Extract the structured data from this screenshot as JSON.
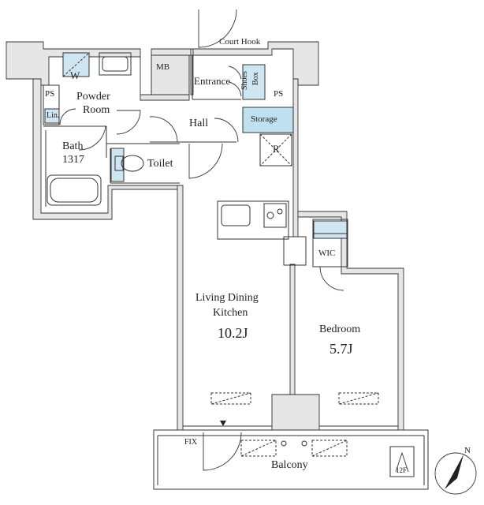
{
  "labels": {
    "court_hook": "Court Hook",
    "mb": "MB",
    "entrance": "Entrance",
    "shoes_box_1": "Shoes",
    "shoes_box_2": "Box",
    "ps_left": "PS",
    "ps_right": "PS",
    "w": "W",
    "powder_1": "Powder",
    "powder_2": "Room",
    "lin": "Lin.",
    "hall": "Hall",
    "storage": "Storage",
    "r": "R",
    "bath_1": "Bath",
    "bath_2": "1317",
    "toilet": "Toilet",
    "wic": "WIC",
    "ldk_1": "Living Dining",
    "ldk_2": "Kitchen",
    "ldk_size": "10.2J",
    "bedroom": "Bedroom",
    "bedroom_size": "5.7J",
    "fix": "FIX",
    "balcony": "Balcony",
    "floor": "12F",
    "north": "N"
  },
  "colors": {
    "wall_fill": "#e9e9e9",
    "line": "#333333",
    "fixture_blue": "#cfe6f2",
    "storage_blue": "#bfe0ef"
  }
}
